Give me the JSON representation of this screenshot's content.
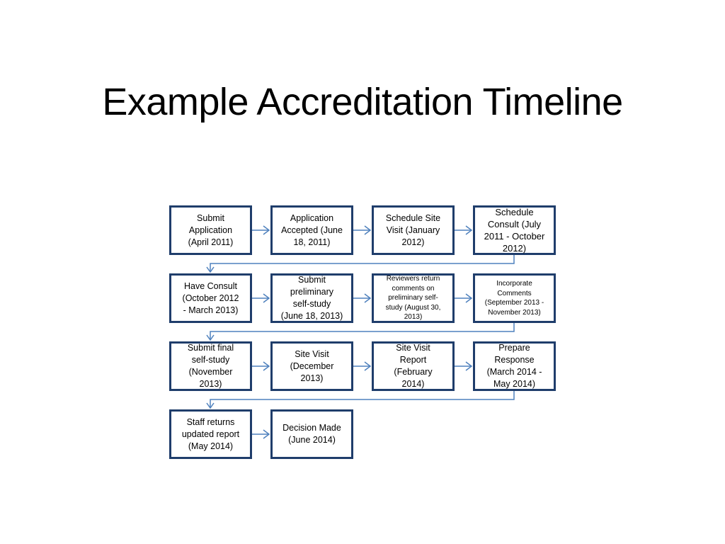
{
  "slide": {
    "title": "Example Accreditation Timeline"
  },
  "colors": {
    "box_border": "#1f3d6b",
    "connector": "#4f81bd",
    "text": "#000000",
    "background": "#ffffff"
  },
  "timeline": {
    "steps": [
      {
        "id": 1,
        "row": 1,
        "col": 1,
        "label": "Submit\nApplication\n(April 2011)"
      },
      {
        "id": 2,
        "row": 1,
        "col": 2,
        "label": "Application\nAccepted (June\n18, 2011)"
      },
      {
        "id": 3,
        "row": 1,
        "col": 3,
        "label": "Schedule Site\nVisit (January\n2012)"
      },
      {
        "id": 4,
        "row": 1,
        "col": 4,
        "label": "Schedule\nConsult (July\n2011 - October\n2012)"
      },
      {
        "id": 5,
        "row": 2,
        "col": 1,
        "label": "Have Consult\n(October 2012\n- March 2013)"
      },
      {
        "id": 6,
        "row": 2,
        "col": 2,
        "label": "Submit\npreliminary\nself-study\n(June 18, 2013)"
      },
      {
        "id": 7,
        "row": 2,
        "col": 3,
        "label": "Reviewers return\ncomments on\npreliminary self-\nstudy (August 30,\n2013)"
      },
      {
        "id": 8,
        "row": 2,
        "col": 4,
        "label": "Incorporate\nComments\n(September 2013 -\nNovember 2013)"
      },
      {
        "id": 9,
        "row": 3,
        "col": 1,
        "label": "Submit final\nself-study\n(November\n2013)"
      },
      {
        "id": 10,
        "row": 3,
        "col": 2,
        "label": "Site Visit\n(December\n2013)"
      },
      {
        "id": 11,
        "row": 3,
        "col": 3,
        "label": "Site Visit\nReport\n(February\n2014)"
      },
      {
        "id": 12,
        "row": 3,
        "col": 4,
        "label": "Prepare\nResponse\n(March 2014 -\nMay 2014)"
      },
      {
        "id": 13,
        "row": 4,
        "col": 1,
        "label": "Staff returns\nupdated report\n(May 2014)"
      },
      {
        "id": 14,
        "row": 4,
        "col": 2,
        "label": "Decision Made\n(June 2014)"
      }
    ],
    "flow": "left-to-right within each row; last box of each row wraps to first box of next row"
  }
}
